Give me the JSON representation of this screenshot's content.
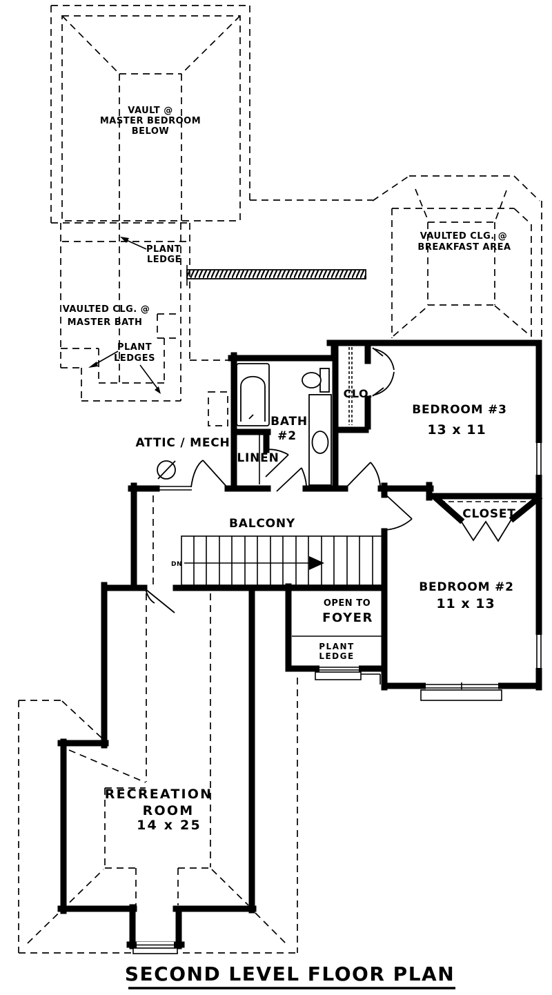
{
  "title": "SECOND LEVEL FLOOR PLAN",
  "colors": {
    "ink": "#000000",
    "paper": "#ffffff"
  },
  "labels": {
    "vault_master": {
      "l1": "VAULT @",
      "l2": "MASTER BEDROOM",
      "l3": "BELOW"
    },
    "plant_ledge_upper": {
      "l1": "PLANT",
      "l2": "LEDGE"
    },
    "master_bath": {
      "l1": "VAULTED CLG. @",
      "l2": "MASTER BATH"
    },
    "plant_ledges": {
      "l1": "PLANT",
      "l2": "LEDGES"
    },
    "breakfast": {
      "l1": "VAULTED CLG. @",
      "l2": "BREAKFAST AREA"
    },
    "attic_mech": {
      "name": "ATTIC / MECH"
    },
    "linen": {
      "name": "LINEN"
    },
    "bath2": {
      "l1": "BATH",
      "l2": "#2"
    },
    "clo": {
      "name": "CLO."
    },
    "bedroom3": {
      "name": "BEDROOM #3",
      "dims": "13 x 11"
    },
    "closet": {
      "name": "CLOSET"
    },
    "balcony": {
      "name": "BALCONY"
    },
    "stairs": {
      "direction": "DN"
    },
    "bedroom2": {
      "name": "BEDROOM #2",
      "dims": "11 x 13"
    },
    "open_foyer": {
      "l1": "OPEN TO",
      "l2": "FOYER"
    },
    "plant_ledge_lower": {
      "l1": "PLANT",
      "l2": "LEDGE"
    },
    "recreation": {
      "l1": "RECREATION",
      "l2": "ROOM",
      "dims": "14 x 25"
    }
  }
}
